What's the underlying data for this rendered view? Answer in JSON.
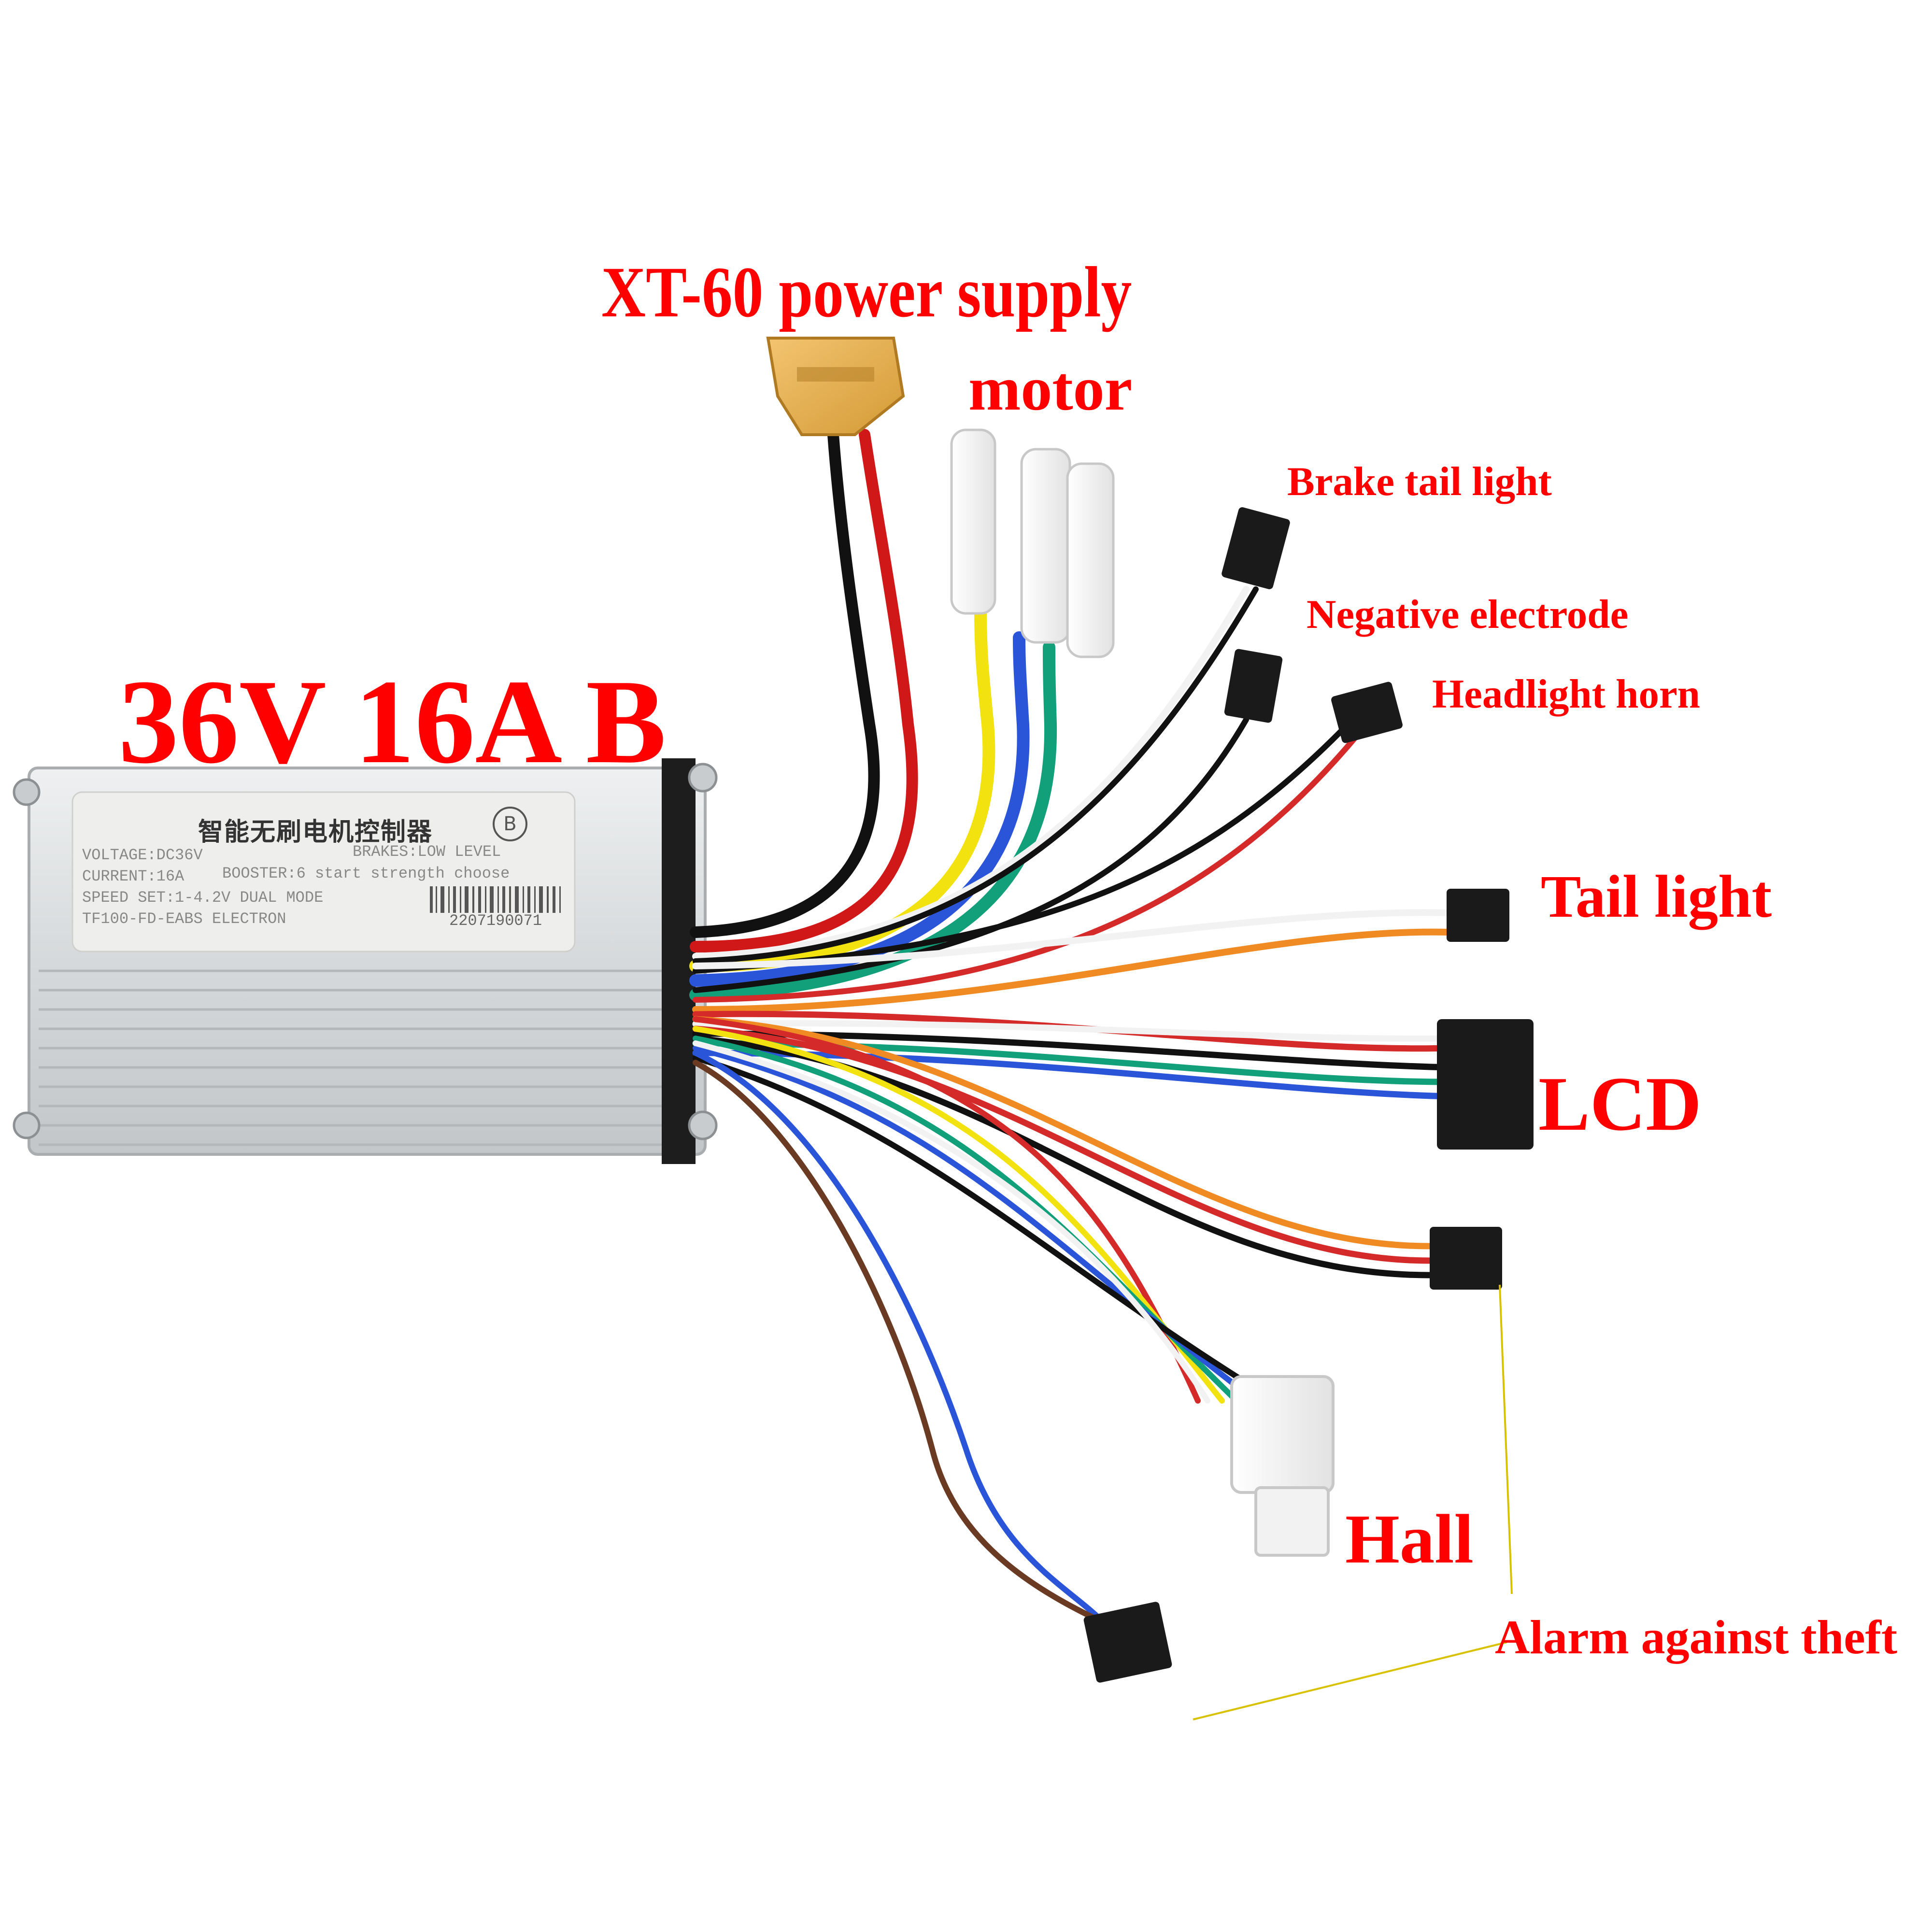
{
  "title_model": "36V 16A B",
  "labels": {
    "xt60": "XT-60 power supply",
    "motor": "motor",
    "brake_tail_light": "Brake tail light",
    "negative_electrode": "Negative electrode",
    "headlight_horn": "Headlight horn",
    "tail_light": "Tail light",
    "lcd": "LCD",
    "hall": "Hall",
    "alarm": "Alarm against theft"
  },
  "sticker": {
    "chinese_title": "智能无刷电机控制器",
    "badge": "B",
    "voltage": "VOLTAGE:DC36V",
    "brakes": "BRAKES:LOW LEVEL",
    "current": "CURRENT:16A",
    "booster": "BOOSTER:6 start strength choose",
    "speed": "SPEED SET:1-4.2V DUAL MODE",
    "model": "TF100-FD-EABS ELECTRON",
    "serial": "2207190071"
  },
  "colors": {
    "label": "#ff0000",
    "xt60_connector": "#e8b04a",
    "housing": "#d9dcde",
    "arrow": "#d8c200"
  }
}
